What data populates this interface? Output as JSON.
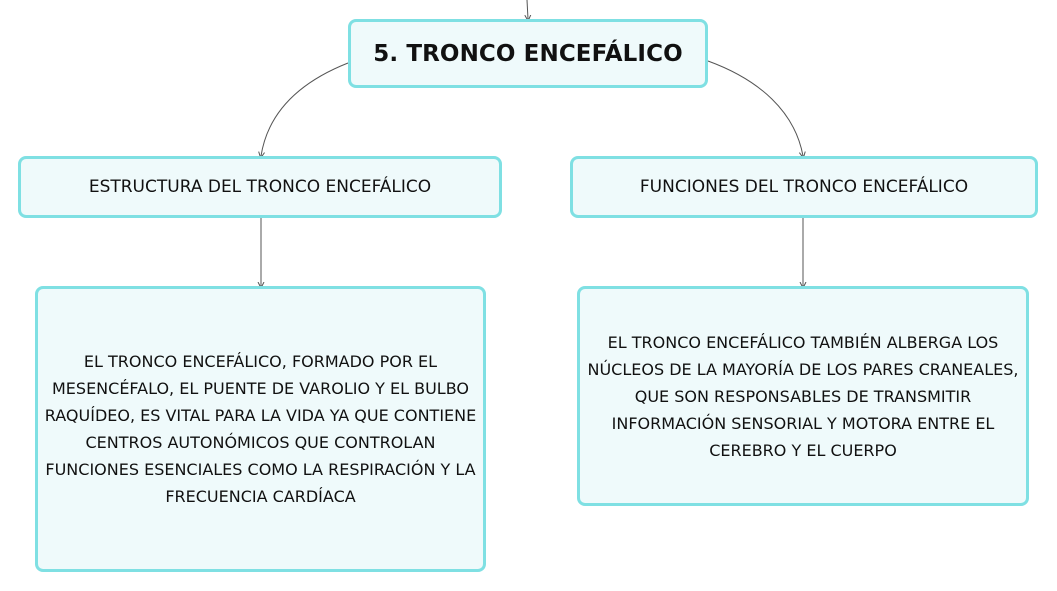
{
  "diagram": {
    "root": {
      "label": "5. TRONCO ENCEFÁLICO"
    },
    "branches": [
      {
        "label": "ESTRUCTURA DEL TRONCO ENCEFÁLICO",
        "detail": "EL TRONCO ENCEFÁLICO, FORMADO POR EL MESENCÉFALO, EL PUENTE DE VAROLIO Y EL BULBO RAQUÍDEO, ES VITAL PARA LA VIDA YA QUE CONTIENE CENTROS AUTONÓMICOS QUE CONTROLAN FUNCIONES ESENCIALES COMO LA RESPIRACIÓN Y LA FRECUENCIA CARDÍACA"
      },
      {
        "label": "FUNCIONES DEL TRONCO ENCEFÁLICO",
        "detail": "EL TRONCO ENCEFÁLICO TAMBIÉN ALBERGA LOS NÚCLEOS DE LA MAYORÍA DE LOS PARES CRANEALES, QUE SON RESPONSABLES DE TRANSMITIR INFORMACIÓN SENSORIAL Y MOTORA ENTRE EL CEREBRO Y EL CUERPO"
      }
    ]
  },
  "colors": {
    "node_fill": "#effafb",
    "node_border": "#7fe0e3",
    "connector": "#555555",
    "text": "#111111"
  }
}
